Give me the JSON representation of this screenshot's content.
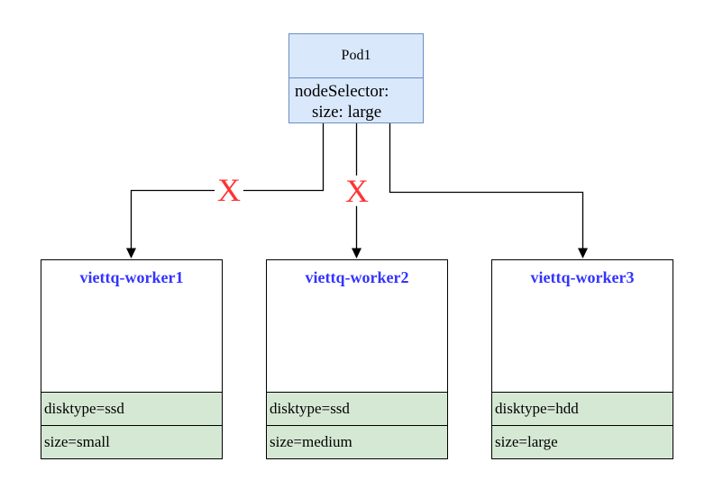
{
  "diagram": {
    "pod": {
      "title": "Pod1",
      "selector_key": "nodeSelector:",
      "selector_value": "size: large"
    },
    "workers": [
      {
        "name": "viettq-worker1",
        "labels": [
          "disktype=ssd",
          "size=small"
        ]
      },
      {
        "name": "viettq-worker2",
        "labels": [
          "disktype=ssd",
          "size=medium"
        ]
      },
      {
        "name": "viettq-worker3",
        "labels": [
          "disktype=hdd",
          "size=large"
        ]
      }
    ],
    "x_marks": [
      "X",
      "X"
    ]
  },
  "colors": {
    "pod_fill": "#dae8fc",
    "pod_border": "#6c8ebf",
    "node_border": "#000000",
    "label_fill": "#d5e8d4",
    "worker_name": "#3333ff",
    "x_mark": "#ff3333",
    "wire": "#000000",
    "canvas_bg": "#ffffff"
  }
}
